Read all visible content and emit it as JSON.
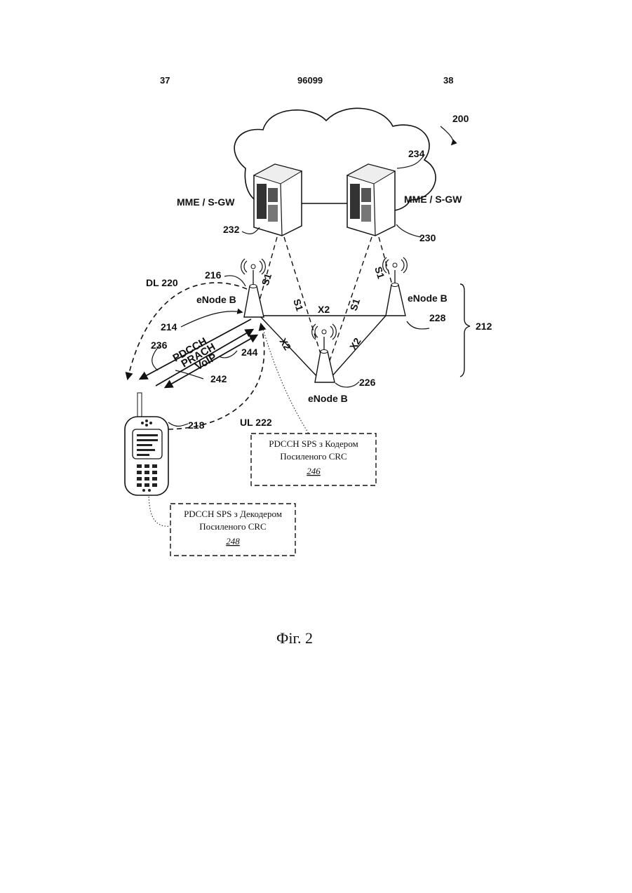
{
  "header": {
    "page_left": "37",
    "patent_number": "96099",
    "page_right": "38"
  },
  "figure": {
    "ref_200": "200",
    "ref_234": "234",
    "mme_left_label": "MME / S-GW",
    "mme_right_label": "MME / S-GW",
    "ref_232": "232",
    "ref_230": "230",
    "ref_216": "216",
    "dl_label": "DL 220",
    "enodeb_left": "eNode B",
    "enodeb_right": "eNode B",
    "enodeb_bottom": "eNode B",
    "ref_214": "214",
    "ref_236": "236",
    "ref_244": "244",
    "ref_242": "242",
    "ref_228": "228",
    "ref_212": "212",
    "ref_226": "226",
    "ref_218": "218",
    "ul_label": "UL 222",
    "s1_a": "S1",
    "s1_b": "S1",
    "s1_c": "S1",
    "s1_d": "S1",
    "x2_top": "X2",
    "x2_left": "X2",
    "x2_right": "X2",
    "ch_pdcch": "PDCCH",
    "ch_prach": "PRACH",
    "ch_voip": "VoIP",
    "box_246_line1": "PDCCH SPS з Кодером",
    "box_246_line2": "Посиленого CRC",
    "box_246_ref": "246",
    "box_248_line1": "PDCCH SPS з Декодером",
    "box_248_line2": "Посиленого CRC",
    "box_248_ref": "248"
  },
  "caption": "Фіг. 2"
}
